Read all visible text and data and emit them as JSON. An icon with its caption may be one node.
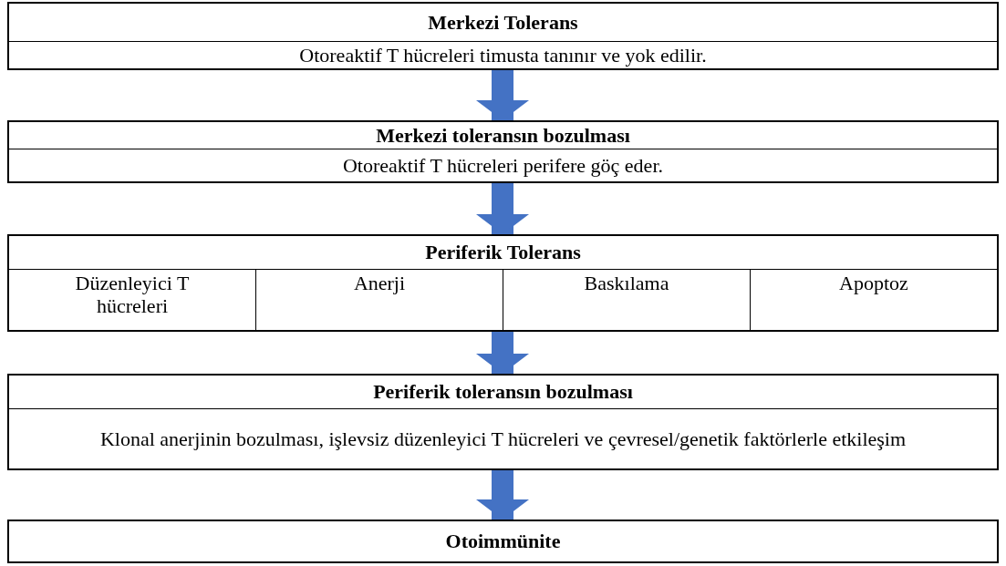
{
  "diagram": {
    "nodes": [
      {
        "text": [
          "Merkezi Tolerans",
          "Otoreaktif T hücreleri timusta tanınır ve yok edilir."
        ]
      },
      {
        "text": [
          "Merkezi toleransın bozulması",
          "Otoreaktif T hücreleri perifere göç eder."
        ]
      },
      {
        "text": [
          "Periferik Tolerans"
        ]
      },
      {
        "text": [
          "Düzenleyici T hücreleri"
        ],
        "in": 2
      },
      {
        "text": [
          "Anerji"
        ],
        "in": 2
      },
      {
        "text": [
          "Baskılama"
        ],
        "in": 2
      },
      {
        "text": [
          "Apoptoz"
        ],
        "in": 2
      },
      {
        "text": [
          "Periferik toleransın bozulması",
          "Klonal anerjinin bozulması, işlevsiz düzenleyici T hücreleri ve çevresel/genetik faktörlerle etkileşim"
        ]
      },
      {
        "text": [
          "Otoimmünite"
        ]
      }
    ],
    "edges": [
      {
        "from": 0,
        "to": 1,
        "arrow": "to"
      },
      {
        "from": 1,
        "to": 2,
        "arrow": "to"
      },
      {
        "from": 2,
        "to": 7,
        "arrow": "to"
      },
      {
        "from": 7,
        "to": 8,
        "arrow": "to"
      }
    ]
  }
}
